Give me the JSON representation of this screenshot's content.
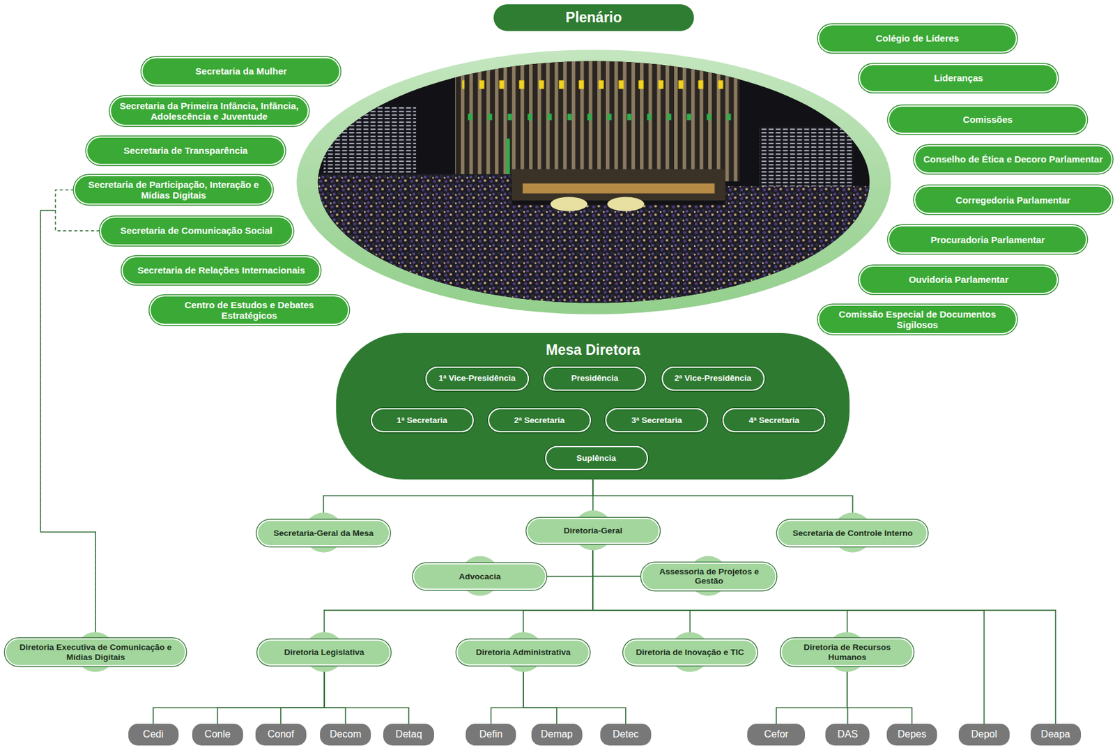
{
  "diagram": {
    "nodes": [
      {
        "text": [
          "Plenário"
        ]
      },
      {
        "text": [
          "Secretaria da Mulher"
        ]
      },
      {
        "text": [
          "Secretaria da Primeira Infância, Infância, Adolescência e Juventude"
        ]
      },
      {
        "text": [
          "Secretaria de Transparência"
        ]
      },
      {
        "text": [
          "Secretaria de Participação, Interação e Mídias Digitais"
        ]
      },
      {
        "text": [
          "Secretaria de Comunicação Social"
        ]
      },
      {
        "text": [
          "Secretaria de Relações Internacionais"
        ]
      },
      {
        "text": [
          "Centro de Estudos e Debates Estratégicos"
        ]
      },
      {
        "text": [
          "Colégio de Líderes"
        ]
      },
      {
        "text": [
          "Lideranças"
        ]
      },
      {
        "text": [
          "Comissões"
        ]
      },
      {
        "text": [
          "Conselho de Ética e Decoro Parlamentar"
        ]
      },
      {
        "text": [
          "Corregedoria Parlamentar"
        ]
      },
      {
        "text": [
          "Procuradoria Parlamentar"
        ]
      },
      {
        "text": [
          "Ouvidoria Parlamentar"
        ]
      },
      {
        "text": [
          "Comissão Especial de Documentos Sigilosos"
        ]
      },
      {
        "text": [
          "Mesa Diretora"
        ]
      },
      {
        "text": [
          "1ª Vice-Presidência"
        ],
        "in": 16
      },
      {
        "text": [
          "Presidência"
        ],
        "in": 16
      },
      {
        "text": [
          "2ª Vice-Presidência"
        ],
        "in": 16
      },
      {
        "text": [
          "1ª Secretaria"
        ],
        "in": 16
      },
      {
        "text": [
          "2ª Secretaria"
        ],
        "in": 16
      },
      {
        "text": [
          "3ª Secretaria"
        ],
        "in": 16
      },
      {
        "text": [
          "4ª Secretaria"
        ],
        "in": 16
      },
      {
        "text": [
          "Suplência"
        ],
        "in": 16
      },
      {
        "text": [
          "Secretaria-Geral da Mesa"
        ]
      },
      {
        "text": [
          "Diretoria-Geral"
        ]
      },
      {
        "text": [
          "Secretaria de Controle Interno"
        ]
      },
      {
        "text": [
          "Advocacia"
        ]
      },
      {
        "text": [
          "Assessoria de Projetos e Gestão"
        ]
      },
      {
        "text": [
          "Diretoria Executiva de Comunicação e Mídias Digitais"
        ]
      },
      {
        "text": [
          "Diretoria Legislativa"
        ]
      },
      {
        "text": [
          "Diretoria Administrativa"
        ]
      },
      {
        "text": [
          "Diretoria de Inovação e TIC"
        ]
      },
      {
        "text": [
          "Diretoria de Recursos Humanos"
        ]
      },
      {
        "text": [
          "Cedi"
        ]
      },
      {
        "text": [
          "Conle"
        ]
      },
      {
        "text": [
          "Conof"
        ]
      },
      {
        "text": [
          "Decom"
        ]
      },
      {
        "text": [
          "Detaq"
        ]
      },
      {
        "text": [
          "Defin"
        ]
      },
      {
        "text": [
          "Demap"
        ]
      },
      {
        "text": [
          "Detec"
        ]
      },
      {
        "text": [
          "Cefor"
        ]
      },
      {
        "text": [
          "DAS"
        ]
      },
      {
        "text": [
          "Depes"
        ]
      },
      {
        "text": [
          "Depol"
        ]
      },
      {
        "text": [
          "Deapa"
        ]
      }
    ],
    "edges": [
      {
        "from": 16,
        "to": 25,
        "arrow": "none"
      },
      {
        "from": 16,
        "to": 26,
        "arrow": "none"
      },
      {
        "from": 16,
        "to": 27,
        "arrow": "none"
      },
      {
        "from": 26,
        "to": 28,
        "arrow": "none"
      },
      {
        "from": 26,
        "to": 29,
        "arrow": "none"
      },
      {
        "from": 26,
        "to": 31,
        "arrow": "none"
      },
      {
        "from": 26,
        "to": 32,
        "arrow": "none"
      },
      {
        "from": 26,
        "to": 33,
        "arrow": "none"
      },
      {
        "from": 26,
        "to": 34,
        "arrow": "none"
      },
      {
        "from": 26,
        "to": 46,
        "arrow": "none"
      },
      {
        "from": 26,
        "to": 47,
        "arrow": "none"
      },
      {
        "from": 31,
        "to": 35,
        "arrow": "none"
      },
      {
        "from": 31,
        "to": 36,
        "arrow": "none"
      },
      {
        "from": 31,
        "to": 37,
        "arrow": "none"
      },
      {
        "from": 31,
        "to": 38,
        "arrow": "none"
      },
      {
        "from": 31,
        "to": 39,
        "arrow": "none"
      },
      {
        "from": 32,
        "to": 40,
        "arrow": "none"
      },
      {
        "from": 32,
        "to": 41,
        "arrow": "none"
      },
      {
        "from": 32,
        "to": 42,
        "arrow": "none"
      },
      {
        "from": 34,
        "to": 43,
        "arrow": "none"
      },
      {
        "from": 34,
        "to": 44,
        "arrow": "none"
      },
      {
        "from": 34,
        "to": 45,
        "arrow": "none"
      },
      {
        "from": 4,
        "to": 30,
        "arrow": "none"
      },
      {
        "from": 5,
        "to": 30,
        "arrow": "none"
      }
    ]
  }
}
